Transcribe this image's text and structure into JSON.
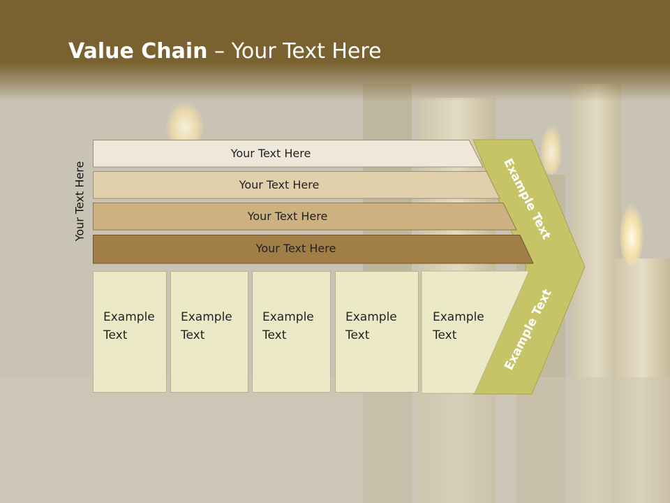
{
  "slide": {
    "title_bold": "Value Chain",
    "title_rest": " – Your Text Here",
    "side_label": "Your Text Here",
    "bars": [
      {
        "label": "Your Text Here",
        "color": "#efe8da"
      },
      {
        "label": "Your Text Here",
        "color": "#e0d0ac"
      },
      {
        "label": "Your Text Here",
        "color": "#cdb180"
      },
      {
        "label": "Your Text Here",
        "color": "#a07e45"
      }
    ],
    "boxes": [
      {
        "line1": "Example",
        "line2": "Text"
      },
      {
        "line1": "Example",
        "line2": "Text"
      },
      {
        "line1": "Example",
        "line2": "Text"
      },
      {
        "line1": "Example",
        "line2": "Text"
      },
      {
        "line1": "Example",
        "line2": "Text"
      }
    ],
    "chevron_upper": "Example Text",
    "chevron_lower": "Example Text",
    "accent_color": "#c6c466"
  }
}
